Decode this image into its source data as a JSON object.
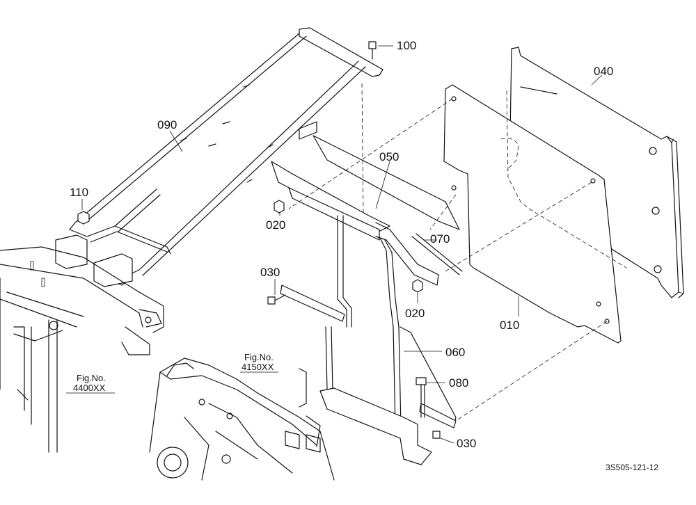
{
  "parts": {
    "p100": "100",
    "p040": "040",
    "p090": "090",
    "p050": "050",
    "p110": "110",
    "p020a": "020",
    "p070": "070",
    "p030a": "030",
    "p020b": "020",
    "p010": "010",
    "p060": "060",
    "p080": "080",
    "p030b": "030"
  },
  "refs": {
    "ref_4150_label": "Fig.No.",
    "ref_4150_value": "4150XX",
    "ref_4400_label": "Fig.No.",
    "ref_4400_value": "4400XX"
  },
  "drawing_code": "3S505-121-12"
}
